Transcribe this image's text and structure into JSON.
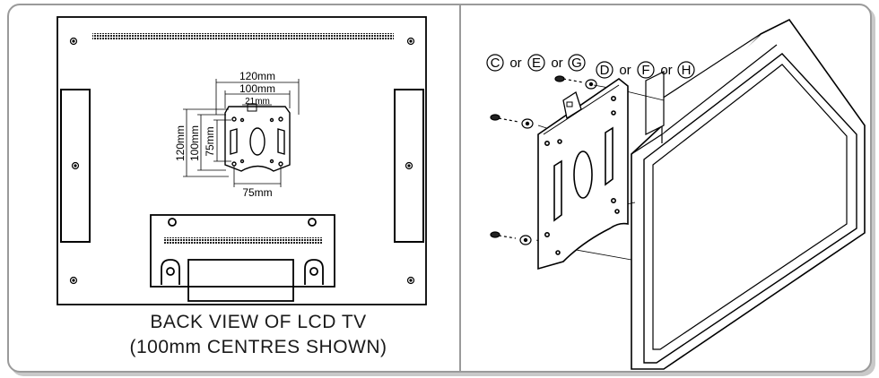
{
  "left_panel": {
    "caption_line1": "BACK VIEW OF LCD TV",
    "caption_line2": "(100mm CENTRES SHOWN)",
    "dimensions": {
      "top_outer": "120mm",
      "top_mid": "100mm",
      "top_inner": "21mm",
      "left_outer": "120mm",
      "left_mid": "100mm",
      "left_inner": "75mm",
      "bottom": "75mm"
    }
  },
  "right_panel": {
    "screws_label": {
      "c": "C",
      "or1": "or",
      "e": "E",
      "or2": "or",
      "g": "G"
    },
    "washers_label": {
      "d": "D",
      "or1": "or",
      "f": "F",
      "or2": "or",
      "h": "H"
    }
  },
  "colors": {
    "line": "#000000",
    "border": "#9a9a9a",
    "shadow": "#c9c9c9"
  }
}
